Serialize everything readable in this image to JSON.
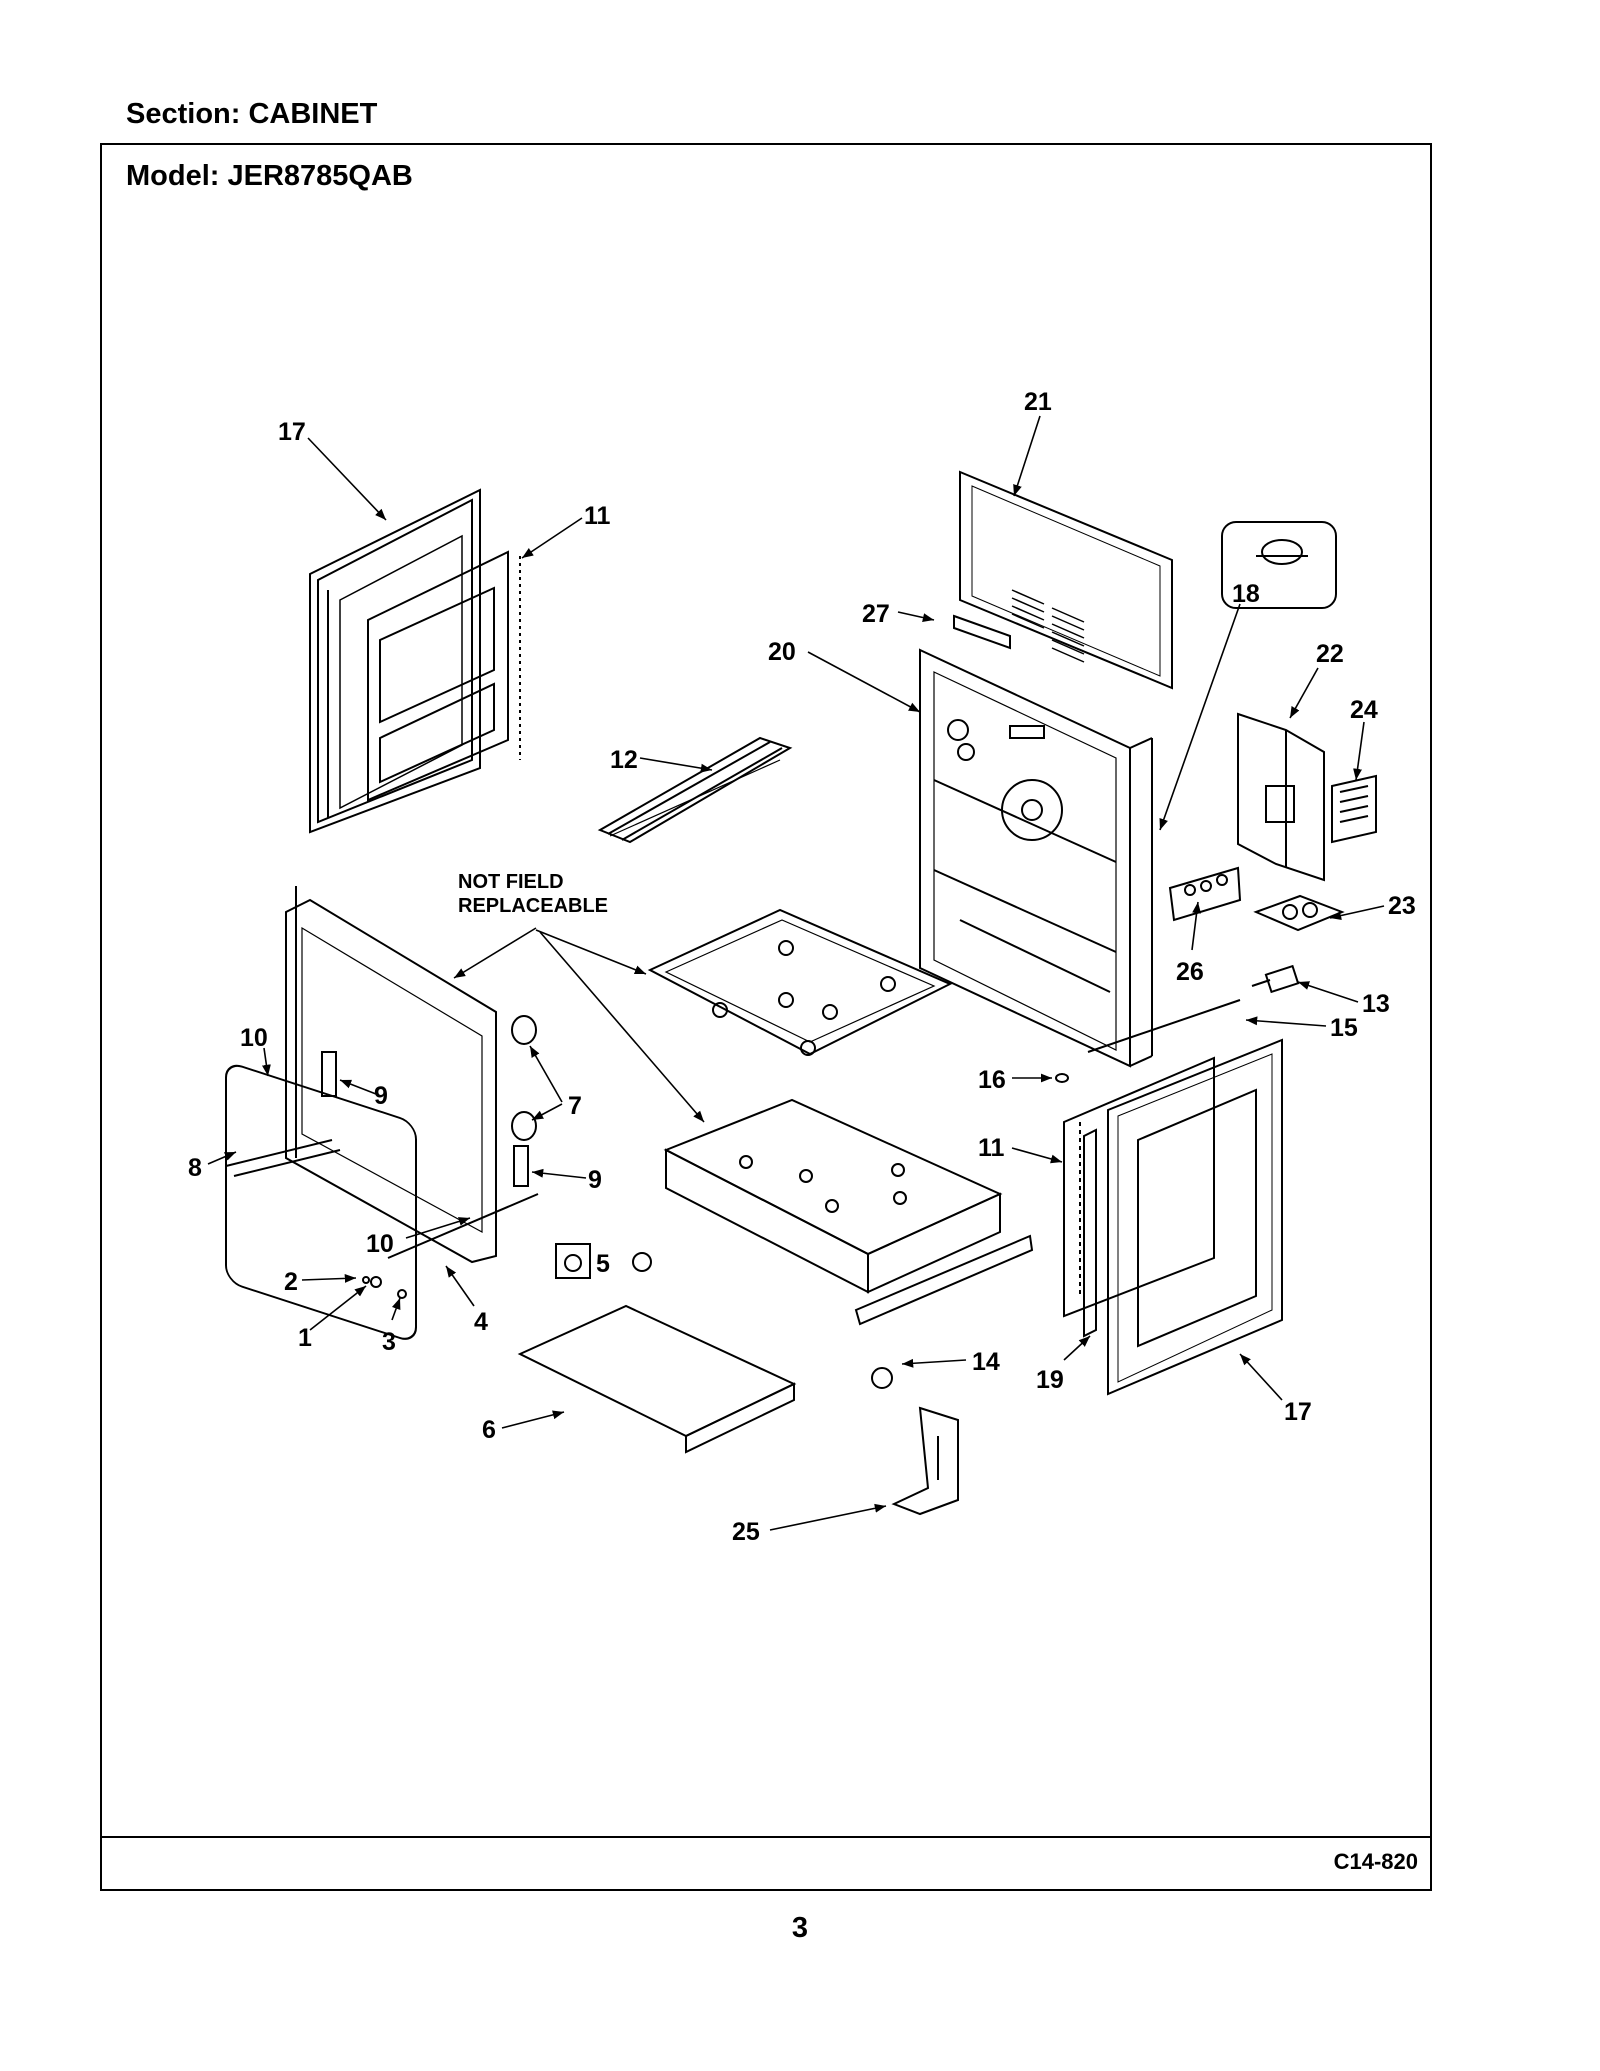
{
  "header": {
    "section": "Section:  CABINET",
    "model": "Model:  JER8785QAB"
  },
  "footer": {
    "drawing_code": "C14-820",
    "page_number": "3"
  },
  "note": {
    "line1": "NOT FIELD",
    "line2": "REPLACEABLE"
  },
  "callouts": {
    "c17a": "17",
    "c11a": "11",
    "c12": "12",
    "c21": "21",
    "c27": "27",
    "c20": "20",
    "c18": "18",
    "c22": "22",
    "c24": "24",
    "c23": "23",
    "c26": "26",
    "c13": "13",
    "c15": "15",
    "c16": "16",
    "c11b": "11",
    "c17b": "17",
    "c19": "19",
    "c14": "14",
    "c25": "25",
    "c6": "6",
    "c10a": "10",
    "c9a": "9",
    "c8": "8",
    "c7": "7",
    "c9b": "9",
    "c10b": "10",
    "c5": "5",
    "c2": "2",
    "c1": "1",
    "c3": "3",
    "c4": "4"
  }
}
